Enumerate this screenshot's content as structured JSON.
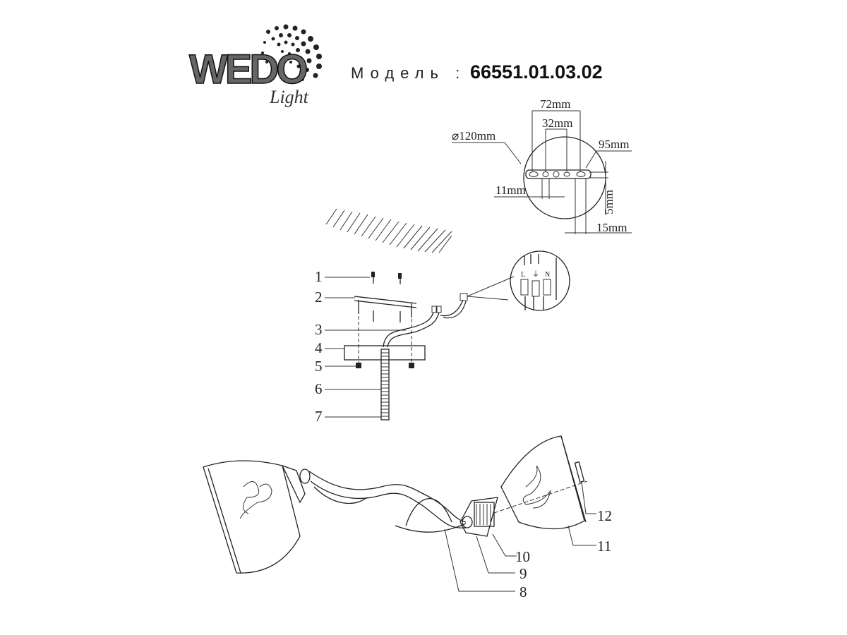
{
  "header": {
    "logo_text": "WEDO",
    "logo_subtext": "Light",
    "model_label": "Модель :",
    "model_code": "66551.01.03.02"
  },
  "mount_dimensions": {
    "width_outer": "72mm",
    "width_inner": "32mm",
    "diameter": "⌀120mm",
    "bracket_length": "95mm",
    "hole": "11mm",
    "thickness": "5mm",
    "offset": "15mm"
  },
  "terminal": {
    "live": "L",
    "neutral": "N",
    "earth": "⏚"
  },
  "parts": [
    "1",
    "2",
    "3",
    "4",
    "5",
    "6",
    "7",
    "8",
    "9",
    "10",
    "11",
    "12"
  ]
}
